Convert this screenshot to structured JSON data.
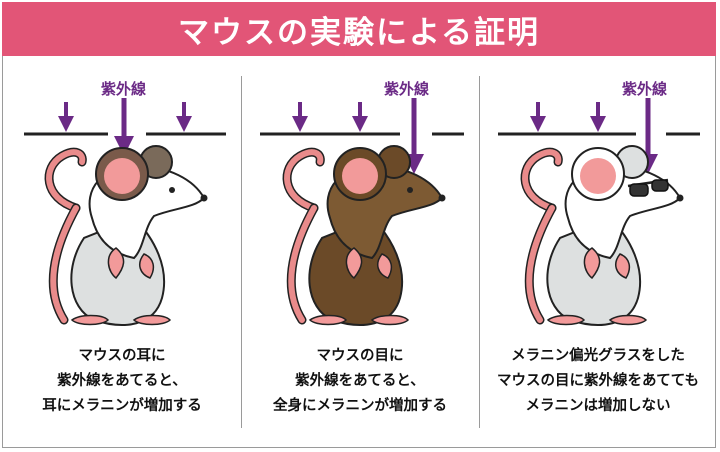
{
  "title": "マウスの実験による証明",
  "uv_label": "紫外線",
  "panels": [
    {
      "caption": [
        "マウスの耳に",
        "紫外線をあてると、",
        "耳にメラニンが増加する"
      ]
    },
    {
      "caption": [
        "マウスの目に",
        "紫外線をあてると、",
        "全身にメラニンが増加する"
      ]
    },
    {
      "caption": [
        "メラニン偏光グラスをした",
        "マウスの目に紫外線をあてても",
        "メラニンは増加しない"
      ]
    }
  ],
  "colors": {
    "banner": "#e25577",
    "arrow": "#6b2a86",
    "mouse_white": "#ffffff",
    "mouse_belly": "#dde0e0",
    "mouse_brown": "#7d5a33",
    "ear_pink": "#f29a9a",
    "tail_pink": "#e98b8b"
  }
}
